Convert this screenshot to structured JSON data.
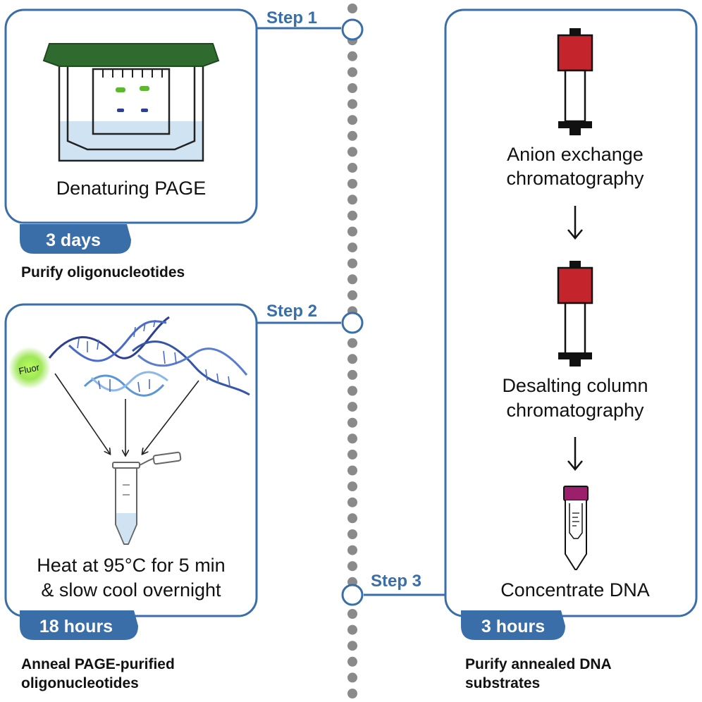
{
  "colors": {
    "accent": "#3a6ea8",
    "panel_border": "#3a6ea8",
    "gel_lid": "#2f6b2f",
    "column_resin": "#c4242b",
    "tube_cap": "#9b1f6b",
    "buffer": "#cfe3f2",
    "dna_dark": "#2d3f8e",
    "dna_light": "#5a96d6",
    "fluor_glow": "#7fe02a"
  },
  "timeline": {
    "dot_count": 44
  },
  "step1": {
    "label": "Step 1",
    "panel_text": "Denaturing PAGE",
    "duration": "3 days",
    "caption_lines": [
      "Purify oligonucleotides"
    ]
  },
  "step2": {
    "label": "Step 2",
    "fluor_label": "Fluor",
    "panel_text_lines": [
      "Heat at 95°C for 5 min",
      "& slow cool overnight"
    ],
    "duration": "18 hours",
    "caption_lines": [
      "Anneal PAGE-purified",
      "oligonucleotides"
    ]
  },
  "step3": {
    "label": "Step 3",
    "stage1_lines": [
      "Anion exchange",
      "chromatography"
    ],
    "stage2_lines": [
      "Desalting column",
      "chromatography"
    ],
    "stage3_lines": [
      "Concentrate DNA"
    ],
    "duration": "3 hours",
    "caption_lines": [
      "Purify annealed DNA",
      "substrates"
    ]
  }
}
